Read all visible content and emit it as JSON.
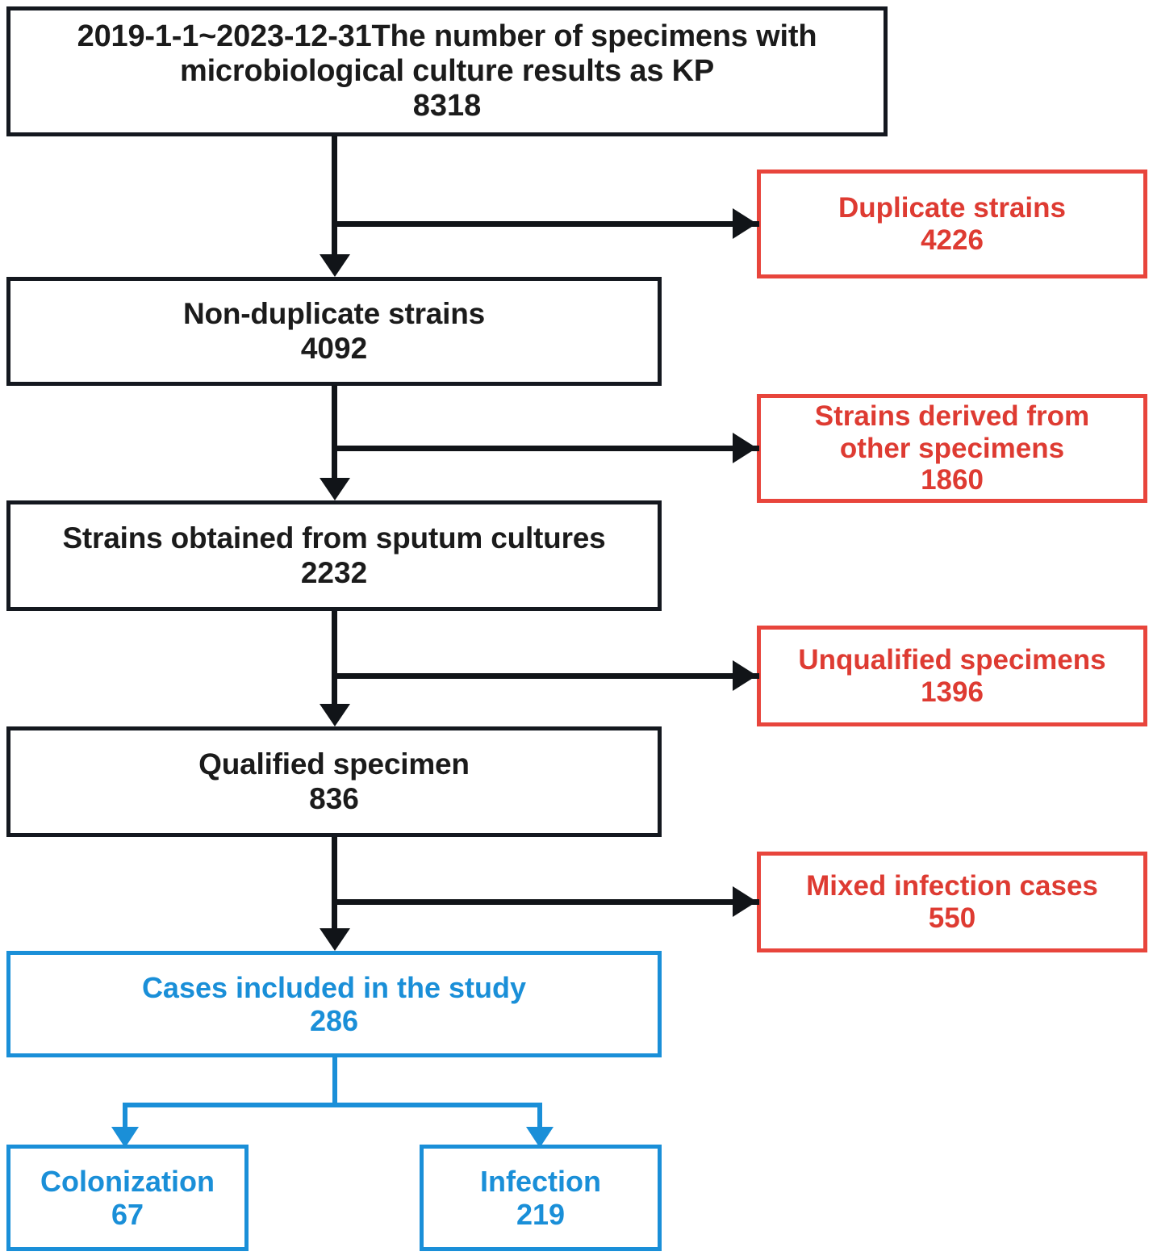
{
  "colors": {
    "black_border": "#14181f",
    "black_text": "#1b1b1b",
    "red": "#e8453c",
    "red_text": "#de3b32",
    "blue": "#1a8fd8",
    "background": "#ffffff"
  },
  "flowchart": {
    "type": "diagram",
    "title_box": {
      "line1": "2019-1-1~2023-12-31The number of specimens with",
      "line2": "microbiological culture results as KP",
      "count": "8318"
    },
    "main_steps": [
      {
        "label": "Non-duplicate strains",
        "count": "4092"
      },
      {
        "label": "Strains obtained from sputum cultures",
        "count": "2232"
      },
      {
        "label": "Qualified specimen",
        "count": "836"
      }
    ],
    "exclusions": [
      {
        "line1": "Duplicate strains",
        "line2": "",
        "count": "4226"
      },
      {
        "line1": "Strains derived from",
        "line2": "other specimens",
        "count": "1860"
      },
      {
        "line1": "Unqualified specimens",
        "line2": "",
        "count": "1396"
      },
      {
        "line1": "Mixed infection cases",
        "line2": "",
        "count": "550"
      }
    ],
    "included": {
      "label": "Cases included in the study",
      "count": "286"
    },
    "outcomes": [
      {
        "label": "Colonization",
        "count": "67"
      },
      {
        "label": "Infection",
        "count": "219"
      }
    ]
  }
}
